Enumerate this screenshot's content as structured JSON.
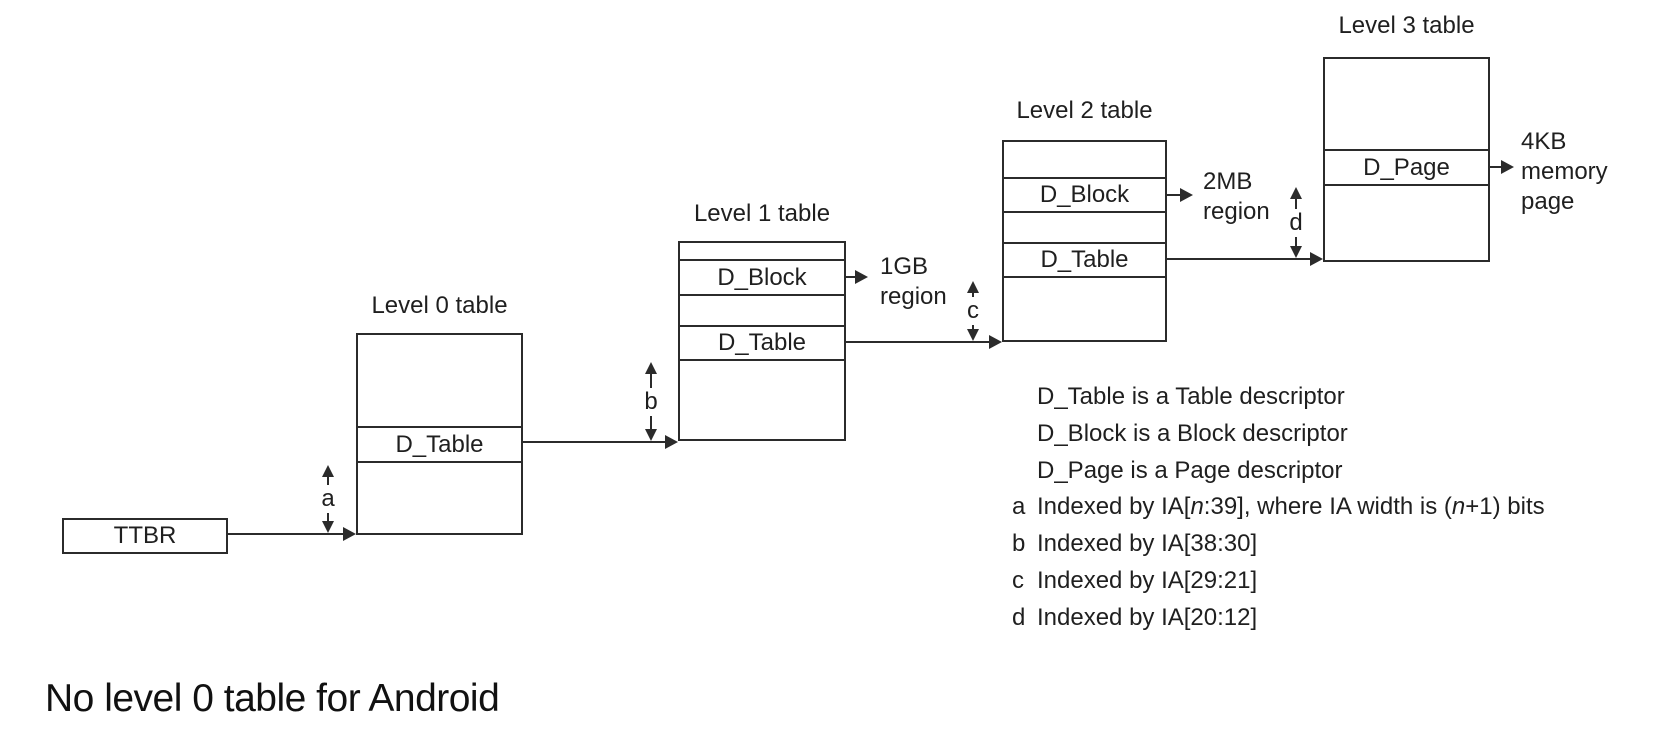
{
  "diagram": {
    "ttbr_label": "TTBR",
    "tables": {
      "level0": {
        "title": "Level 0 table",
        "cells": {
          "table": "D_Table"
        }
      },
      "level1": {
        "title": "Level 1 table",
        "cells": {
          "block": "D_Block",
          "table": "D_Table"
        }
      },
      "level2": {
        "title": "Level 2 table",
        "cells": {
          "block": "D_Block",
          "table": "D_Table"
        }
      },
      "level3": {
        "title": "Level 3 table",
        "cells": {
          "page": "D_Page"
        }
      }
    },
    "regions": {
      "r1gb": "1GB\nregion",
      "r2mb": "2MB\nregion",
      "r4kb": "4KB\nmemory\npage"
    },
    "index_labels": {
      "a": "a",
      "b": "b",
      "c": "c",
      "d": "d"
    },
    "colors": {
      "line": "#2b2b2b",
      "text": "#1f1f1f",
      "background": "#ffffff"
    }
  },
  "legend": {
    "rows": [
      {
        "letter": "",
        "text": "D_Table is a Table descriptor"
      },
      {
        "letter": "",
        "text": "D_Block is a Block descriptor"
      },
      {
        "letter": "",
        "text": "D_Page is a Page descriptor"
      },
      {
        "letter": "a",
        "parts": {
          "p1": "Indexed by IA[",
          "i1": "n",
          "p2": ":39], where IA width is (",
          "i2": "n",
          "p3": "+1) bits"
        }
      },
      {
        "letter": "b",
        "text": "Indexed by IA[38:30]"
      },
      {
        "letter": "c",
        "text": "Indexed by IA[29:21]"
      },
      {
        "letter": "d",
        "text": "Indexed by IA[20:12]"
      }
    ]
  },
  "note": "No level 0 table for Android"
}
